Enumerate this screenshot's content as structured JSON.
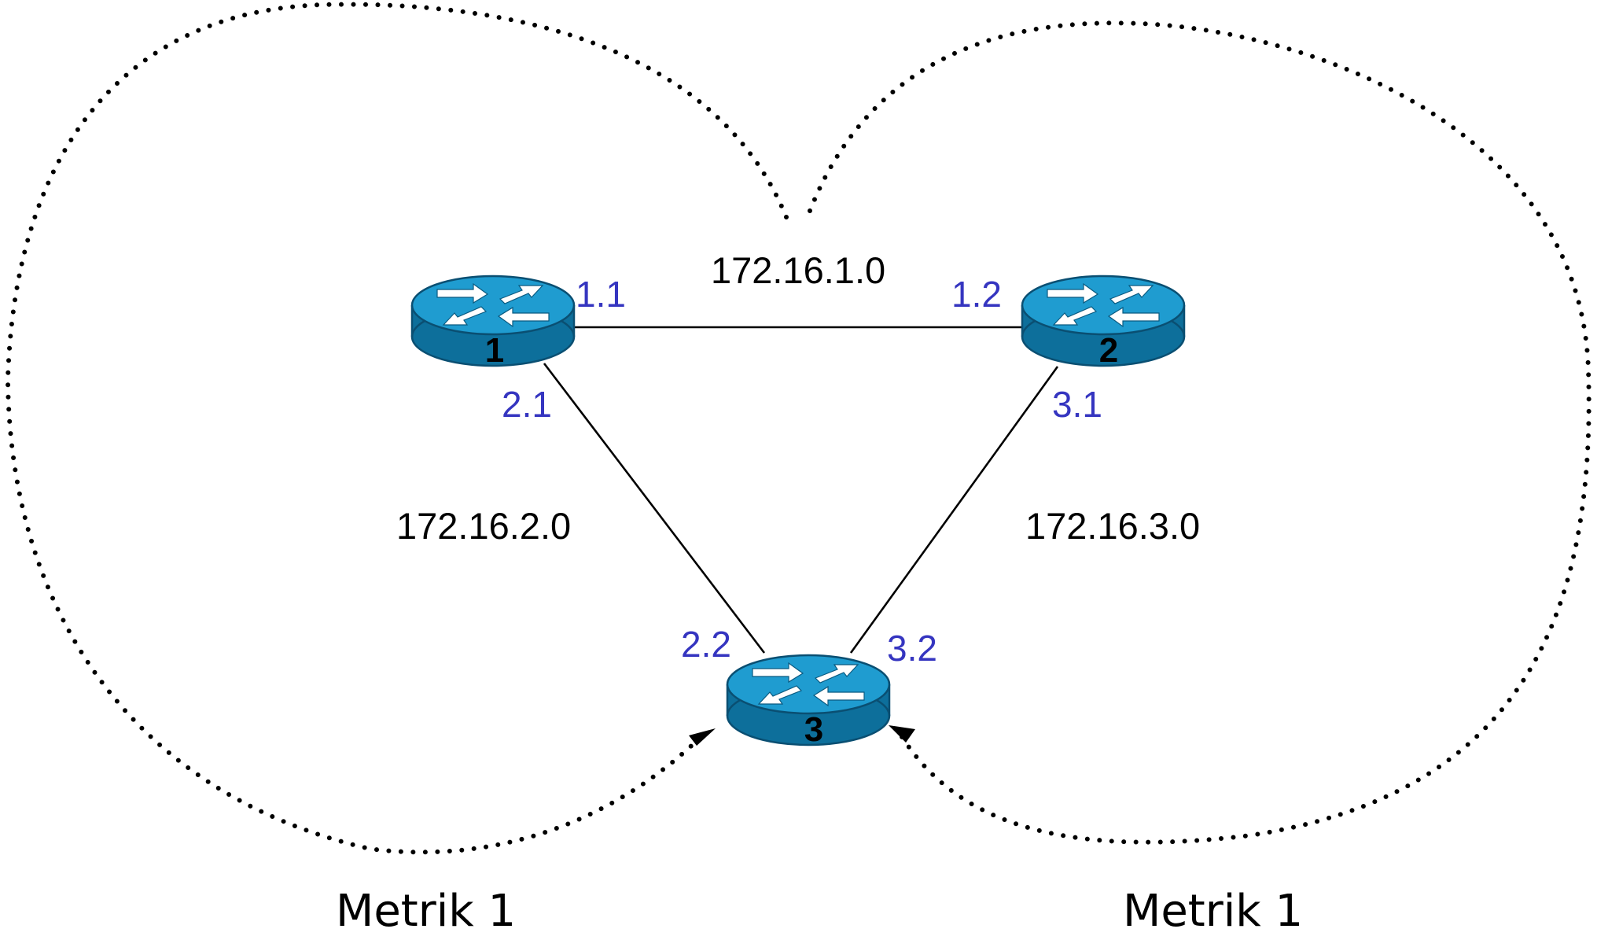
{
  "colors": {
    "interface_label": "#3535c0",
    "router_top": "#1f9cd0",
    "router_side": "#0d6f9b",
    "router_edge": "#0a4f72"
  },
  "networks": {
    "net_1": "172.16.1.0",
    "net_2": "172.16.2.0",
    "net_3": "172.16.3.0"
  },
  "routers": [
    {
      "number": "1",
      "icon": "router-icon"
    },
    {
      "number": "2",
      "icon": "router-icon"
    },
    {
      "number": "3",
      "icon": "router-icon"
    }
  ],
  "interfaces": {
    "r1_net1": "1.1",
    "r2_net1": "1.2",
    "r1_net2": "2.1",
    "r2_net3": "3.1",
    "r3_net2": "2.2",
    "r3_net3": "3.2"
  },
  "metrics": {
    "left": "Metrik 1",
    "right": "Metrik 1"
  }
}
